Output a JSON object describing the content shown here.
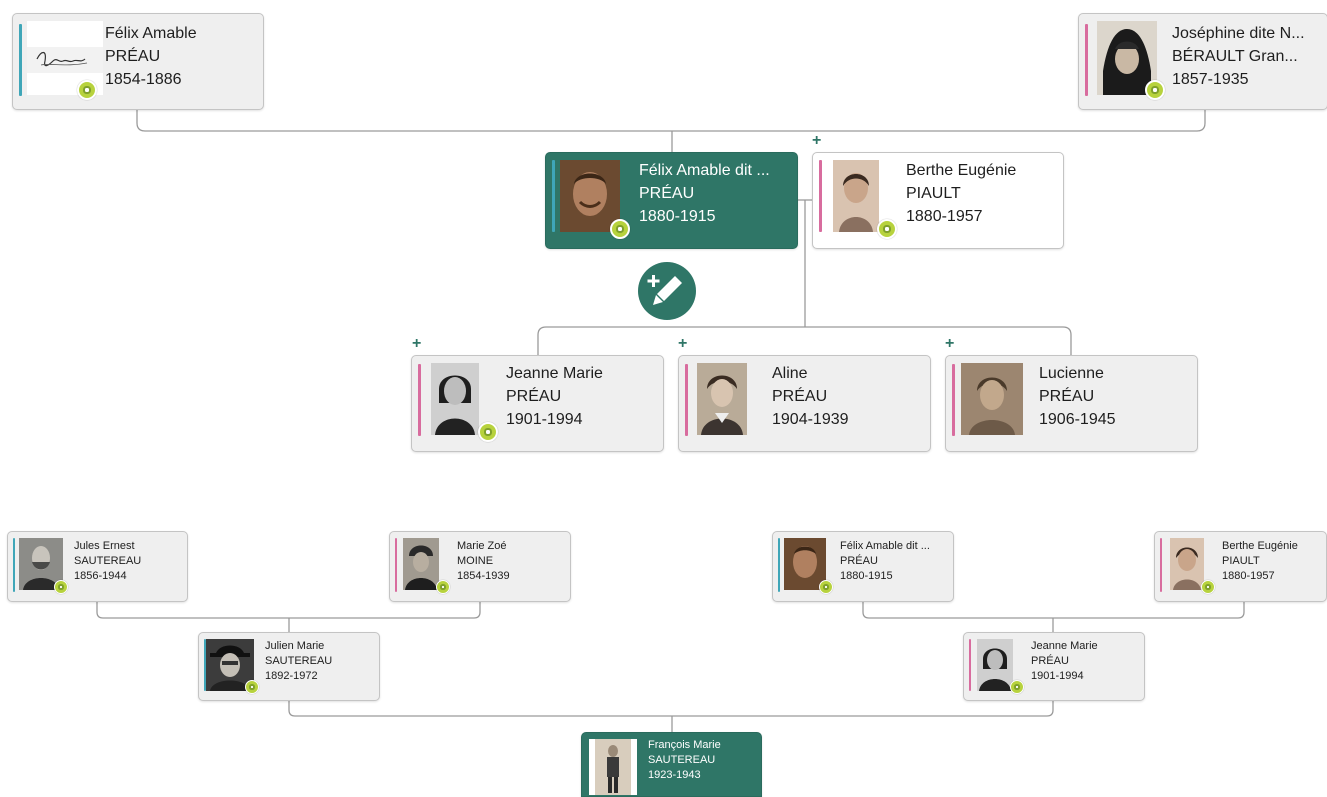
{
  "colors": {
    "selected": "#2f7667",
    "male_stripe": "#3fa6b8",
    "female_stripe": "#d86c9e",
    "status_dot": "#b7d23d",
    "connector": "#9a9a9a"
  },
  "main_tree": {
    "father_parents": {
      "first": "Félix Amable",
      "last": "PRÉAU",
      "years": "1854-1886",
      "photo_icon": "signature-icon"
    },
    "mother_parents": {
      "first": "Joséphine dite N...",
      "last": "BÉRAULT Gran...",
      "years": "1857-1935",
      "photo_icon": "portrait-icon"
    },
    "focus_person": {
      "first": "Félix Amable dit ...",
      "last": "PRÉAU",
      "years": "1880-1915"
    },
    "spouse": {
      "first": "Berthe Eugénie",
      "last": "PIAULT",
      "years": "1880-1957"
    },
    "children": [
      {
        "first": "Jeanne Marie",
        "last": "PRÉAU",
        "years": "1901-1994"
      },
      {
        "first": "Aline",
        "last": "PRÉAU",
        "years": "1904-1939"
      },
      {
        "first": "Lucienne",
        "last": "PRÉAU",
        "years": "1906-1945"
      }
    ],
    "add_symbol": "+",
    "edit_icon": "edit-pencil-plus-icon"
  },
  "lower_tree": {
    "grandparents": [
      {
        "first": "Jules Ernest",
        "last": "SAUTEREAU",
        "years": "1856-1944"
      },
      {
        "first": "Marie Zoé",
        "last": "MOINE",
        "years": "1854-1939"
      },
      {
        "first": "Félix Amable dit ...",
        "last": "PRÉAU",
        "years": "1880-1915"
      },
      {
        "first": "Berthe Eugénie",
        "last": "PIAULT",
        "years": "1880-1957"
      }
    ],
    "parents": [
      {
        "first": "Julien Marie",
        "last": "SAUTEREAU",
        "years": "1892-1972"
      },
      {
        "first": "Jeanne Marie",
        "last": "PRÉAU",
        "years": "1901-1994"
      }
    ],
    "child": {
      "first": "François Marie",
      "last": "SAUTEREAU",
      "years": "1923-1943"
    }
  }
}
